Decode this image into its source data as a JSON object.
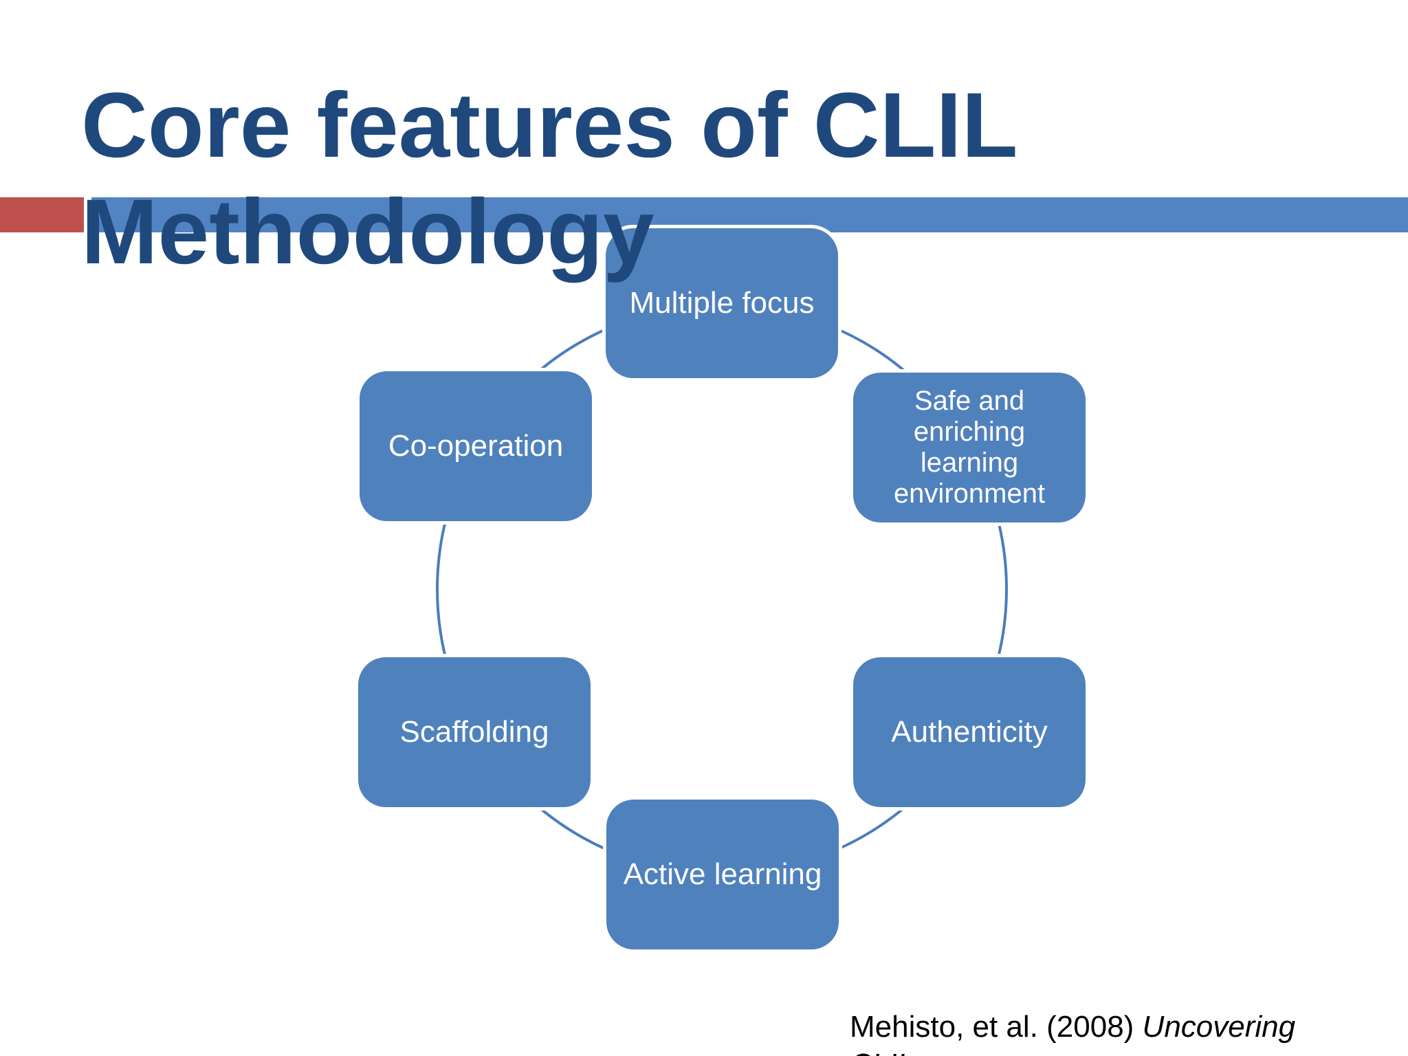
{
  "slide": {
    "title": "Core features of CLIL\nMethodology",
    "citation": {
      "authors_year": "Mehisto, et al. (2008) ",
      "work_title": "Uncovering CLIL"
    }
  },
  "diagram": {
    "type": "cycle",
    "nodes": [
      {
        "id": "multiple-focus",
        "label": "Multiple focus"
      },
      {
        "id": "safe-environment",
        "label": "Safe and\nenriching\nlearning\nenvironment"
      },
      {
        "id": "authenticity",
        "label": "Authenticity"
      },
      {
        "id": "active-learning",
        "label": "Active learning"
      },
      {
        "id": "scaffolding",
        "label": "Scaffolding"
      },
      {
        "id": "cooperation",
        "label": "Co-operation"
      }
    ]
  },
  "colors": {
    "title_text": "#1F497D",
    "accent_red": "#C0504D",
    "title_bar_blue": "#5283C3",
    "node_fill": "#4F81BD",
    "ring_stroke": "#4A7EBB",
    "node_text": "#FFFFFF",
    "citation_text": "#000000"
  }
}
